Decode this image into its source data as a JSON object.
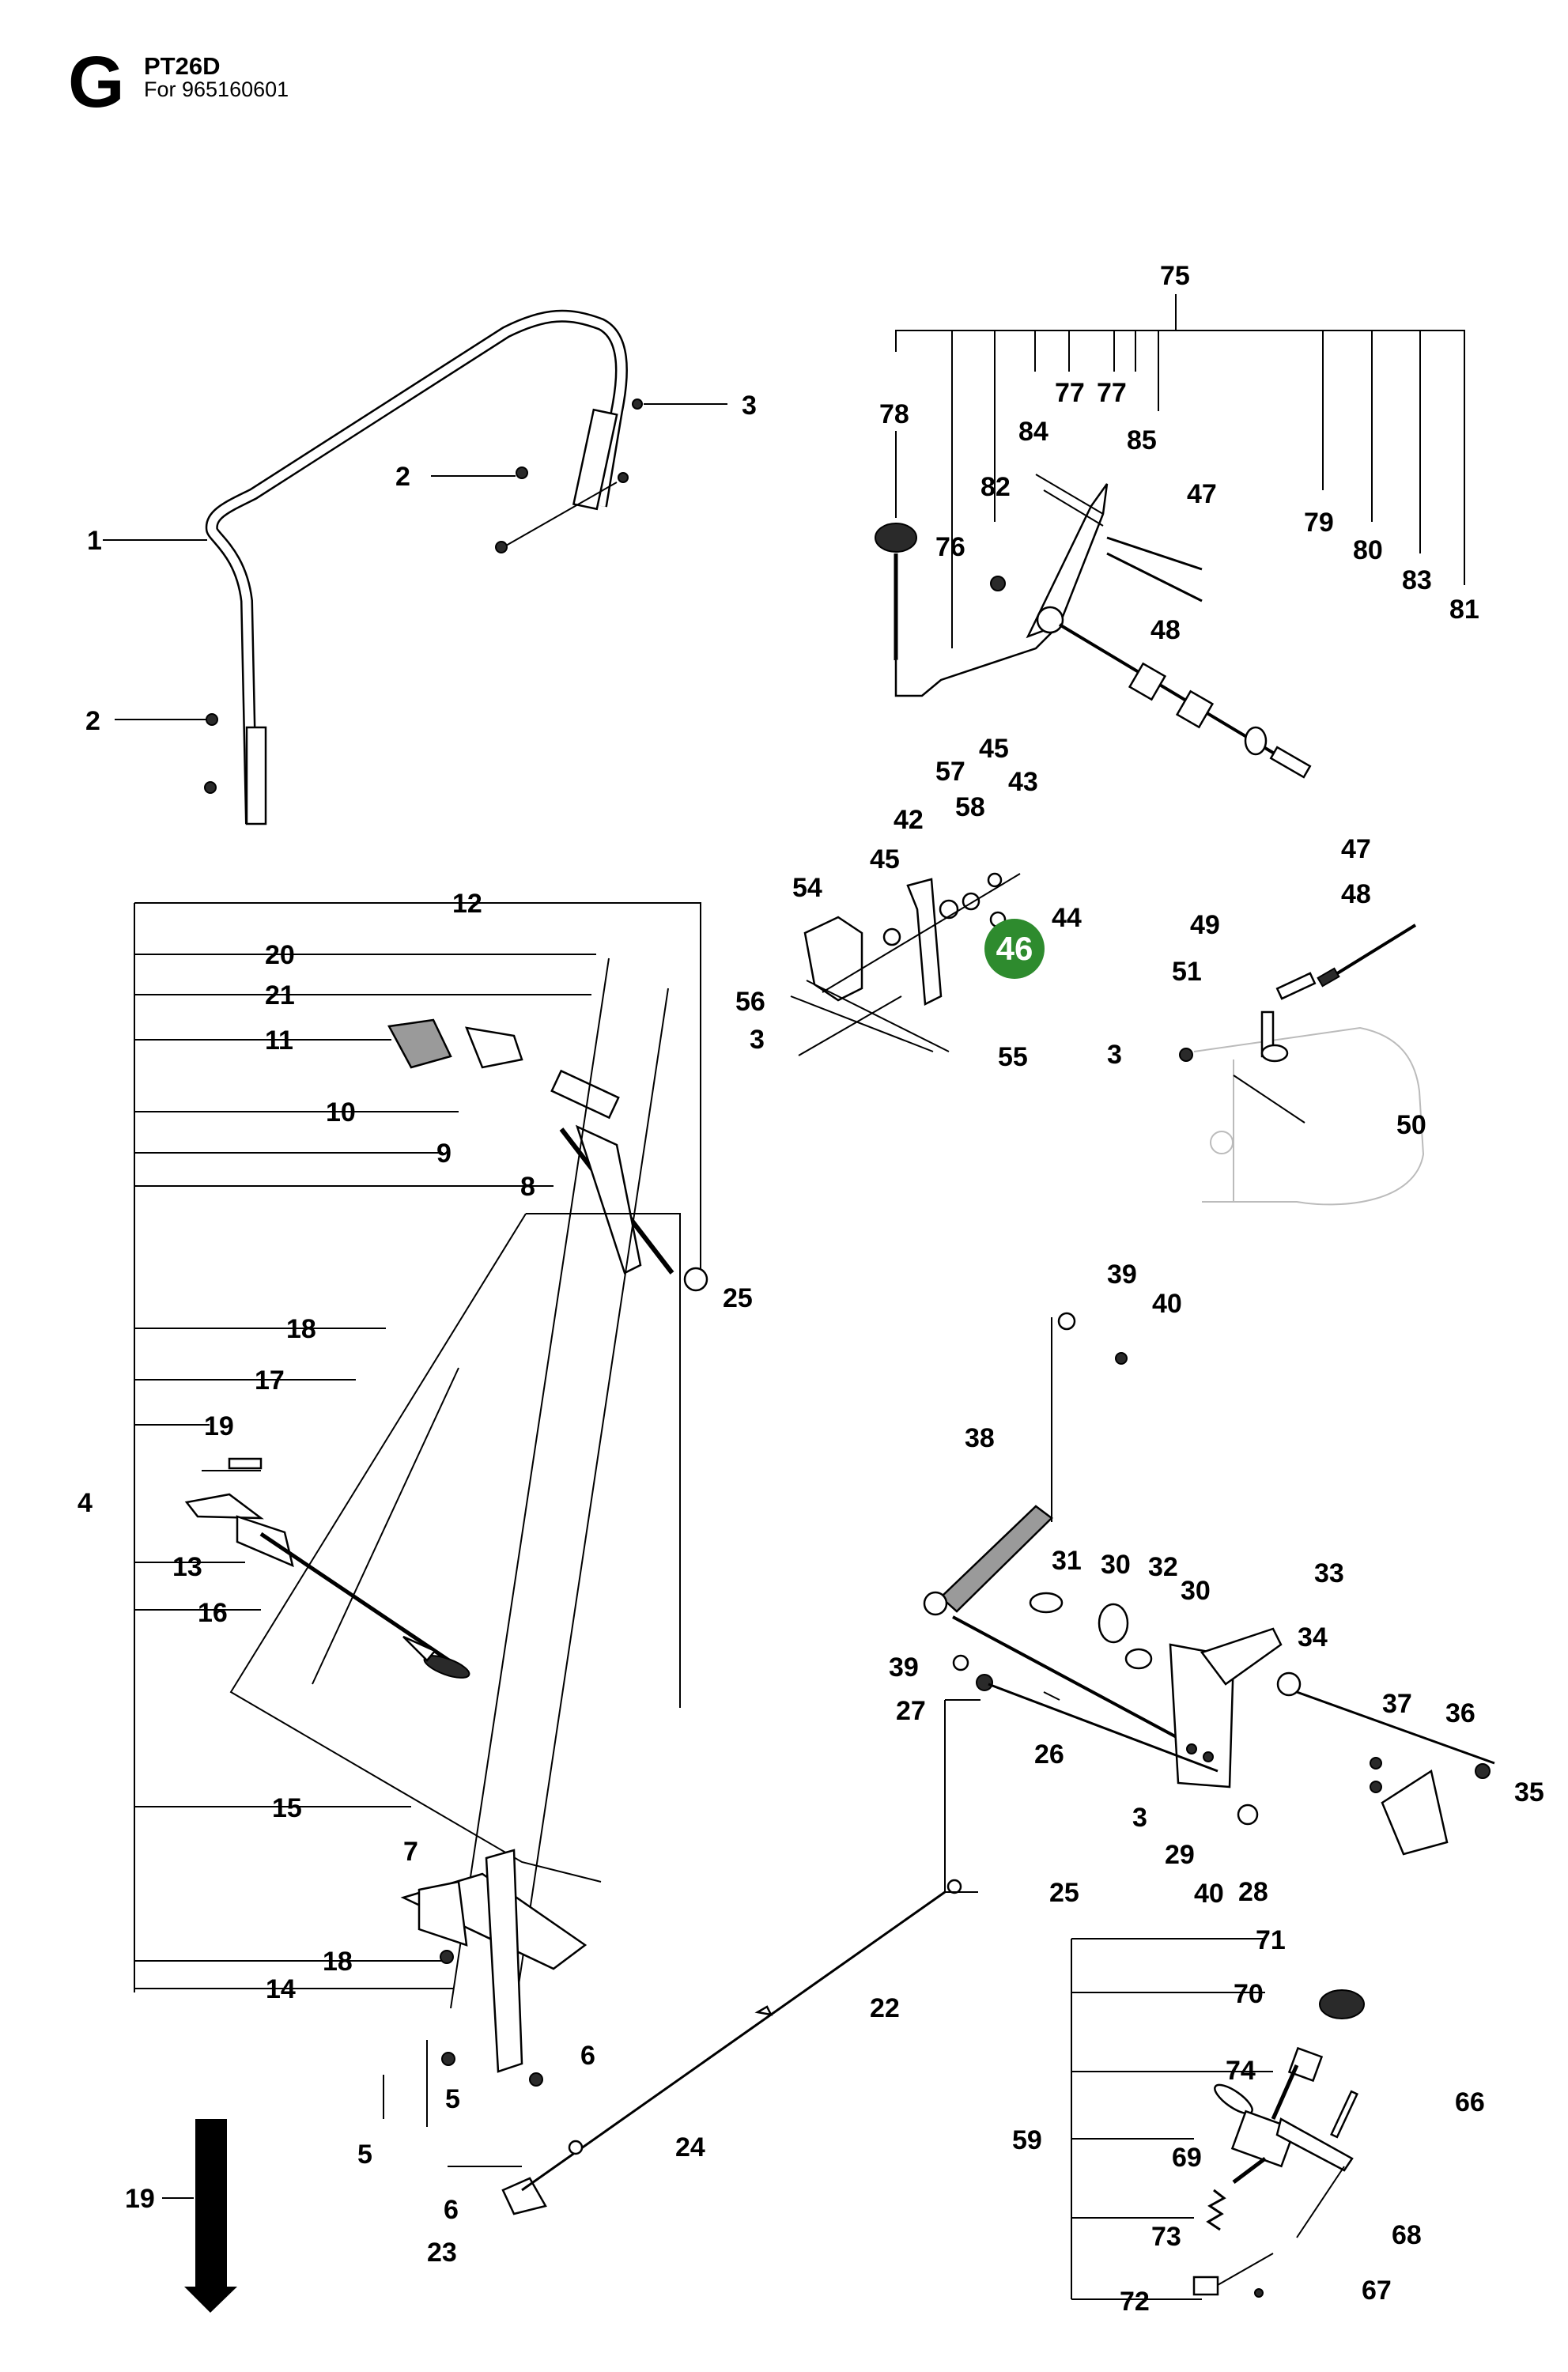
{
  "header": {
    "section_letter": "G",
    "model": "PT26D",
    "for_text": "For 965160601"
  },
  "highlight": {
    "part_number": "46",
    "color": "#2e8b2e"
  },
  "callouts": [
    {
      "id": "c1",
      "text": "1"
    },
    {
      "id": "c2a",
      "text": "2"
    },
    {
      "id": "c2b",
      "text": "2"
    },
    {
      "id": "c3a",
      "text": "3"
    },
    {
      "id": "c75",
      "text": "75"
    },
    {
      "id": "c78",
      "text": "78"
    },
    {
      "id": "c84",
      "text": "84"
    },
    {
      "id": "c77a",
      "text": "77"
    },
    {
      "id": "c77b",
      "text": "77"
    },
    {
      "id": "c85",
      "text": "85"
    },
    {
      "id": "c82",
      "text": "82"
    },
    {
      "id": "c47a",
      "text": "47"
    },
    {
      "id": "c76",
      "text": "76"
    },
    {
      "id": "c79",
      "text": "79"
    },
    {
      "id": "c80",
      "text": "80"
    },
    {
      "id": "c83",
      "text": "83"
    },
    {
      "id": "c81",
      "text": "81"
    },
    {
      "id": "c48a",
      "text": "48"
    },
    {
      "id": "c57",
      "text": "57"
    },
    {
      "id": "c45a",
      "text": "45"
    },
    {
      "id": "c43",
      "text": "43"
    },
    {
      "id": "c42",
      "text": "42"
    },
    {
      "id": "c58",
      "text": "58"
    },
    {
      "id": "c45b",
      "text": "45"
    },
    {
      "id": "c54",
      "text": "54"
    },
    {
      "id": "c44",
      "text": "44"
    },
    {
      "id": "c56",
      "text": "56"
    },
    {
      "id": "c3b",
      "text": "3"
    },
    {
      "id": "c55",
      "text": "55"
    },
    {
      "id": "c47b",
      "text": "47"
    },
    {
      "id": "c48b",
      "text": "48"
    },
    {
      "id": "c49",
      "text": "49"
    },
    {
      "id": "c51",
      "text": "51"
    },
    {
      "id": "c3c",
      "text": "3"
    },
    {
      "id": "c50",
      "text": "50"
    },
    {
      "id": "c12",
      "text": "12"
    },
    {
      "id": "c20",
      "text": "20"
    },
    {
      "id": "c21",
      "text": "21"
    },
    {
      "id": "c11",
      "text": "11"
    },
    {
      "id": "c10",
      "text": "10"
    },
    {
      "id": "c9",
      "text": "9"
    },
    {
      "id": "c8",
      "text": "8"
    },
    {
      "id": "c25a",
      "text": "25"
    },
    {
      "id": "c18a",
      "text": "18"
    },
    {
      "id": "c17",
      "text": "17"
    },
    {
      "id": "c19a",
      "text": "19"
    },
    {
      "id": "c4",
      "text": "4"
    },
    {
      "id": "c13",
      "text": "13"
    },
    {
      "id": "c16",
      "text": "16"
    },
    {
      "id": "c15",
      "text": "15"
    },
    {
      "id": "c7",
      "text": "7"
    },
    {
      "id": "c18b",
      "text": "18"
    },
    {
      "id": "c14",
      "text": "14"
    },
    {
      "id": "c5a",
      "text": "5"
    },
    {
      "id": "c6a",
      "text": "6"
    },
    {
      "id": "c5b",
      "text": "5"
    },
    {
      "id": "c6b",
      "text": "6"
    },
    {
      "id": "c19b",
      "text": "19"
    },
    {
      "id": "c23",
      "text": "23"
    },
    {
      "id": "c24",
      "text": "24"
    },
    {
      "id": "c22",
      "text": "22"
    },
    {
      "id": "c25b",
      "text": "25"
    },
    {
      "id": "c39a",
      "text": "39"
    },
    {
      "id": "c40a",
      "text": "40"
    },
    {
      "id": "c38",
      "text": "38"
    },
    {
      "id": "c31",
      "text": "31"
    },
    {
      "id": "c30a",
      "text": "30"
    },
    {
      "id": "c32",
      "text": "32"
    },
    {
      "id": "c30b",
      "text": "30"
    },
    {
      "id": "c33",
      "text": "33"
    },
    {
      "id": "c34",
      "text": "34"
    },
    {
      "id": "c39b",
      "text": "39"
    },
    {
      "id": "c27",
      "text": "27"
    },
    {
      "id": "c26",
      "text": "26"
    },
    {
      "id": "c37",
      "text": "37"
    },
    {
      "id": "c36",
      "text": "36"
    },
    {
      "id": "c35",
      "text": "35"
    },
    {
      "id": "c3d",
      "text": "3"
    },
    {
      "id": "c29",
      "text": "29"
    },
    {
      "id": "c40b",
      "text": "40"
    },
    {
      "id": "c28",
      "text": "28"
    },
    {
      "id": "c71",
      "text": "71"
    },
    {
      "id": "c70",
      "text": "70"
    },
    {
      "id": "c74",
      "text": "74"
    },
    {
      "id": "c59",
      "text": "59"
    },
    {
      "id": "c69",
      "text": "69"
    },
    {
      "id": "c66",
      "text": "66"
    },
    {
      "id": "c73",
      "text": "73"
    },
    {
      "id": "c68",
      "text": "68"
    },
    {
      "id": "c72",
      "text": "72"
    },
    {
      "id": "c67",
      "text": "67"
    }
  ]
}
